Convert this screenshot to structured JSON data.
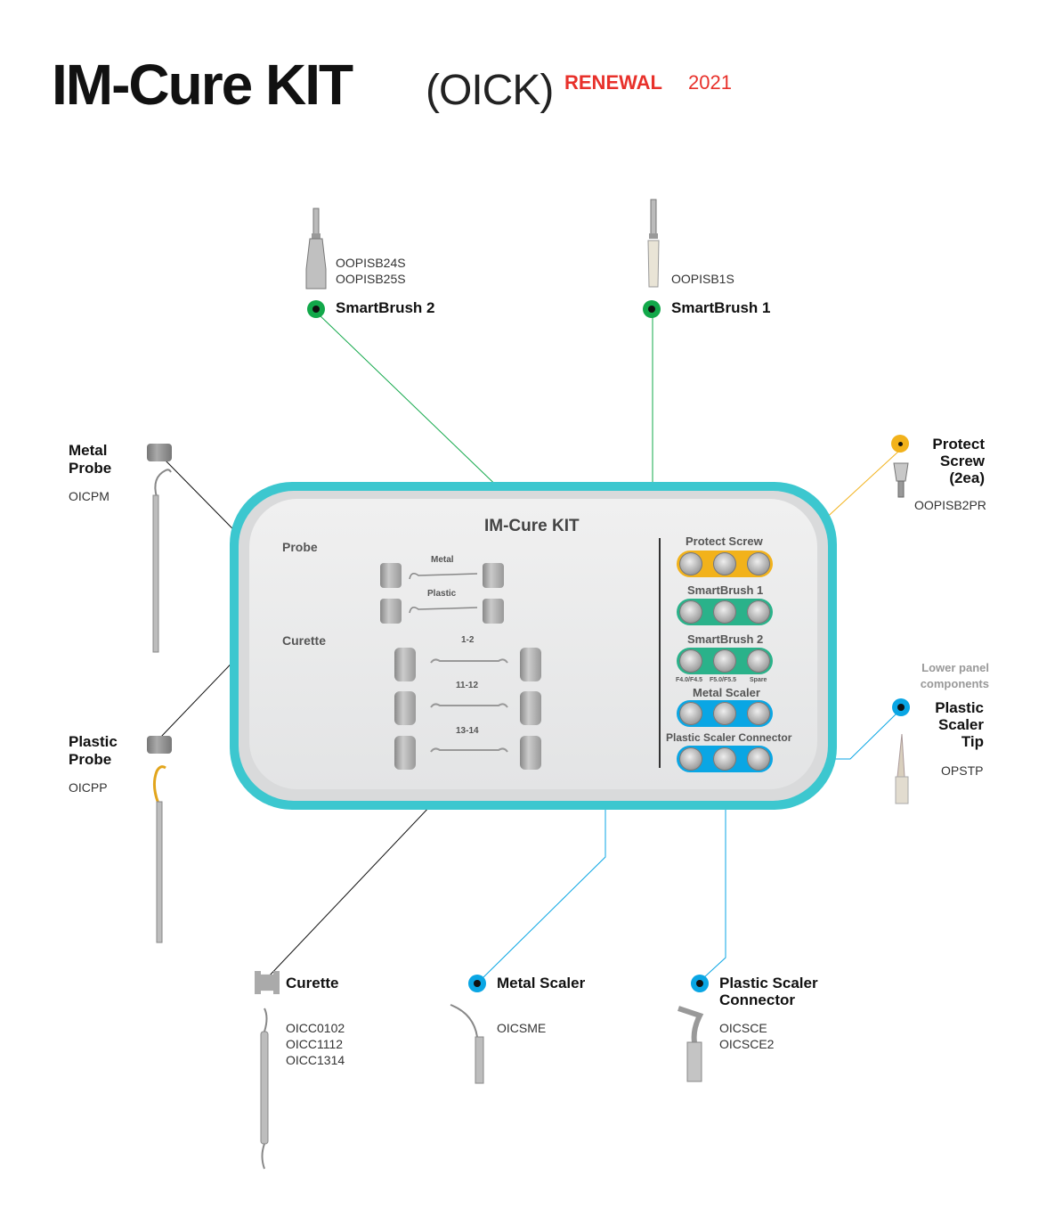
{
  "title": {
    "main": "IM-Cure KIT",
    "code": "(OICK)",
    "renewal": "RENEWAL",
    "year": "2021"
  },
  "colors": {
    "accent_red": "#e8312b",
    "tray_teal": "#3cc7cf",
    "green": "#12a84a",
    "blue": "#0aa6e4",
    "yellow": "#f2b21b"
  },
  "components": {
    "smartbrush2": {
      "name": "SmartBrush 2",
      "codes": [
        "OOPISB24S",
        "OOPISB25S"
      ],
      "icon": "green-dot-icon"
    },
    "smartbrush1": {
      "name": "SmartBrush 1",
      "codes": [
        "OOPISB1S"
      ],
      "icon": "green-dot-icon"
    },
    "metal_probe": {
      "name_line1": "Metal",
      "name_line2": "Probe",
      "code": "OICPM"
    },
    "plastic_probe": {
      "name_line1": "Plastic",
      "name_line2": "Probe",
      "code": "OICPP"
    },
    "protect_screw": {
      "name_line1": "Protect",
      "name_line2": "Screw",
      "name_line3": "(2ea)",
      "code": "OOPISB2PR",
      "icon": "yellow-dot-icon"
    },
    "plastic_scaler_tip": {
      "name_line1": "Plastic",
      "name_line2": "Scaler",
      "name_line3": "Tip",
      "code": "OPSTP",
      "icon": "blue-dot-icon"
    },
    "curette": {
      "name": "Curette",
      "codes": [
        "OICC0102",
        "OICC1112",
        "OICC1314"
      ]
    },
    "metal_scaler": {
      "name": "Metal Scaler",
      "code": "OICSME",
      "icon": "blue-dot-icon"
    },
    "plastic_scaler_connector": {
      "name_line1": "Plastic Scaler",
      "name_line2": "Connector",
      "codes": [
        "OICSCE",
        "OICSCE2"
      ],
      "icon": "blue-dot-icon"
    }
  },
  "lower_panel_note": {
    "line1": "Lower panel",
    "line2": "components"
  },
  "tray": {
    "title": "IM-Cure KIT",
    "probe_label": "Probe",
    "metal_label": "Metal",
    "plastic_label": "Plastic",
    "curette_label": "Curette",
    "curette_rows": [
      "1-2",
      "11-12",
      "13-14"
    ],
    "protect_screw": "Protect Screw",
    "smartbrush1": "SmartBrush 1",
    "smartbrush2": "SmartBrush 2",
    "sb2_sublabels": [
      "F4.0/F4.5",
      "F5.0/F5.5",
      "Spare"
    ],
    "metal_scaler": "Metal Scaler",
    "plastic_scaler_connector": "Plastic Scaler Connector"
  }
}
